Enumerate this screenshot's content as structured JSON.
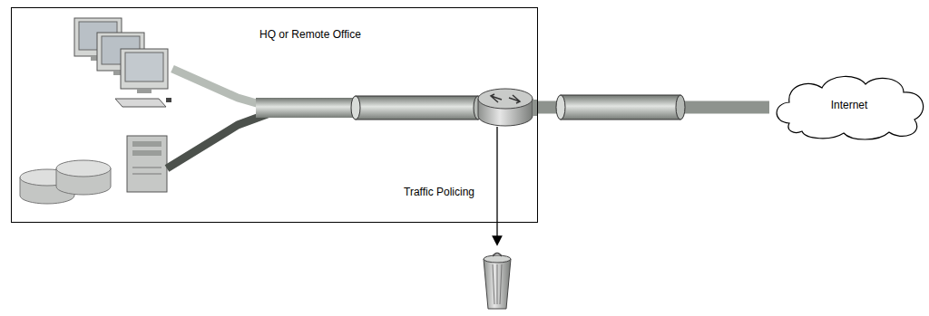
{
  "diagram": {
    "nodes": [
      {
        "text": [
          "HQ or Remote Office"
        ]
      },
      {
        "text": [
          "Internet"
        ]
      }
    ],
    "edges": [
      {
        "from": 0,
        "to": 1,
        "arrow": "none"
      }
    ],
    "labels": [
      "Traffic Policing"
    ]
  }
}
